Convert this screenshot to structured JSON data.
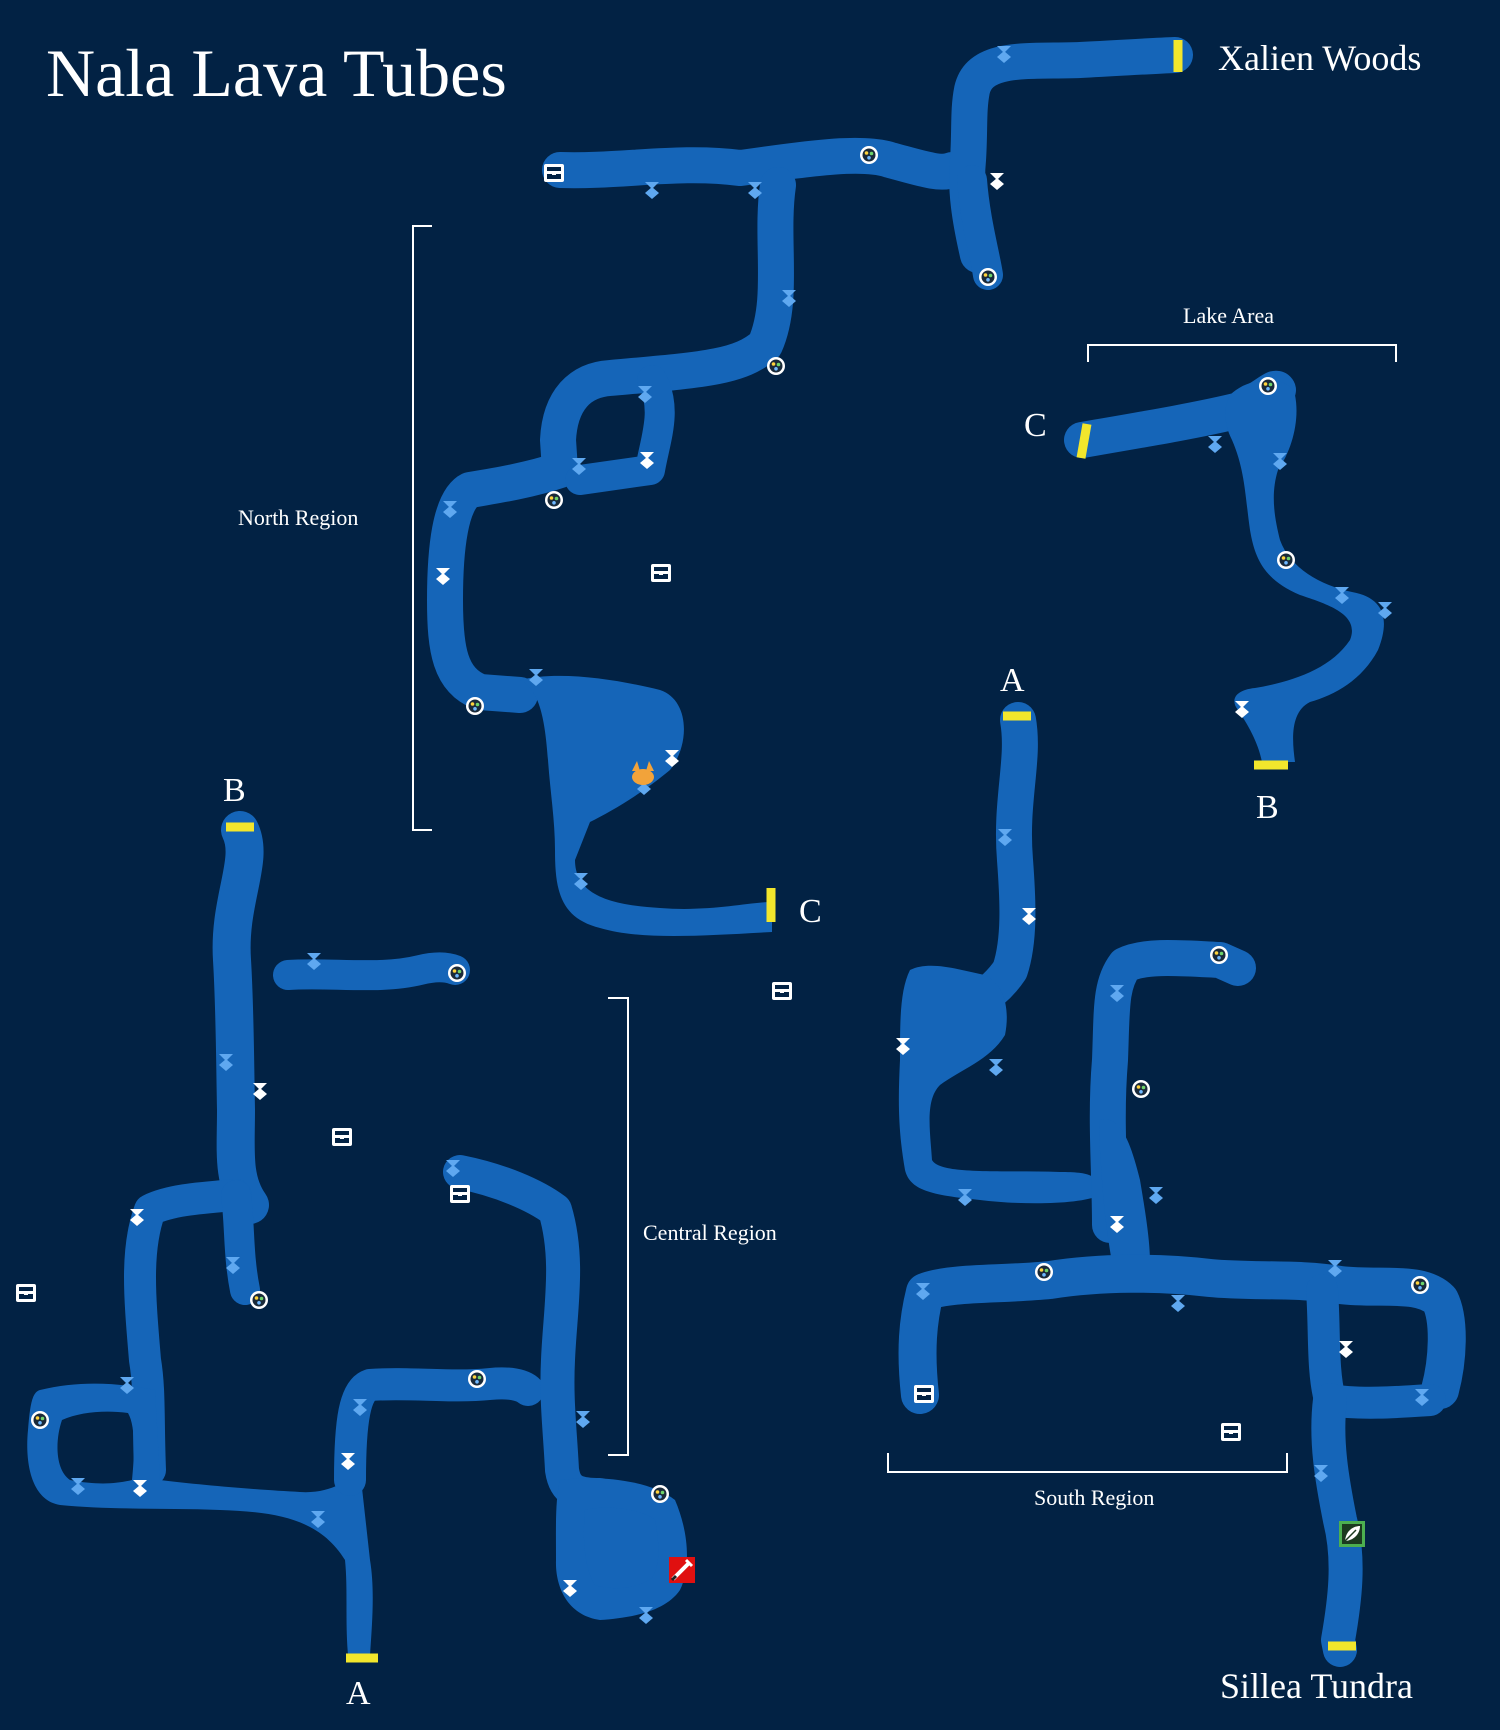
{
  "title": "Nala Lava Tubes",
  "destinations": {
    "north_exit": "Xalien Woods",
    "south_exit": "Sillea Tundra"
  },
  "regions": {
    "north": "North Region",
    "central": "Central Region",
    "south": "South Region",
    "lake": "Lake Area"
  },
  "connectors": {
    "a": "A",
    "b": "B",
    "c": "C"
  },
  "colors": {
    "background": "#022244",
    "tunnel": "#1565b8",
    "exit_marker": "#f2e62c",
    "blue_enemy": "#5fa8f0",
    "white_enemy": "#ffffff",
    "boss": "#f2a33a",
    "red_item": "#e01010",
    "green_item": "#4caf50"
  },
  "legend_icons": [
    "treasure-chest-icon",
    "harvest-point-icon",
    "blue-enemy-icon",
    "white-enemy-icon",
    "boss-icon",
    "red-weapon-icon",
    "green-leaf-icon"
  ]
}
